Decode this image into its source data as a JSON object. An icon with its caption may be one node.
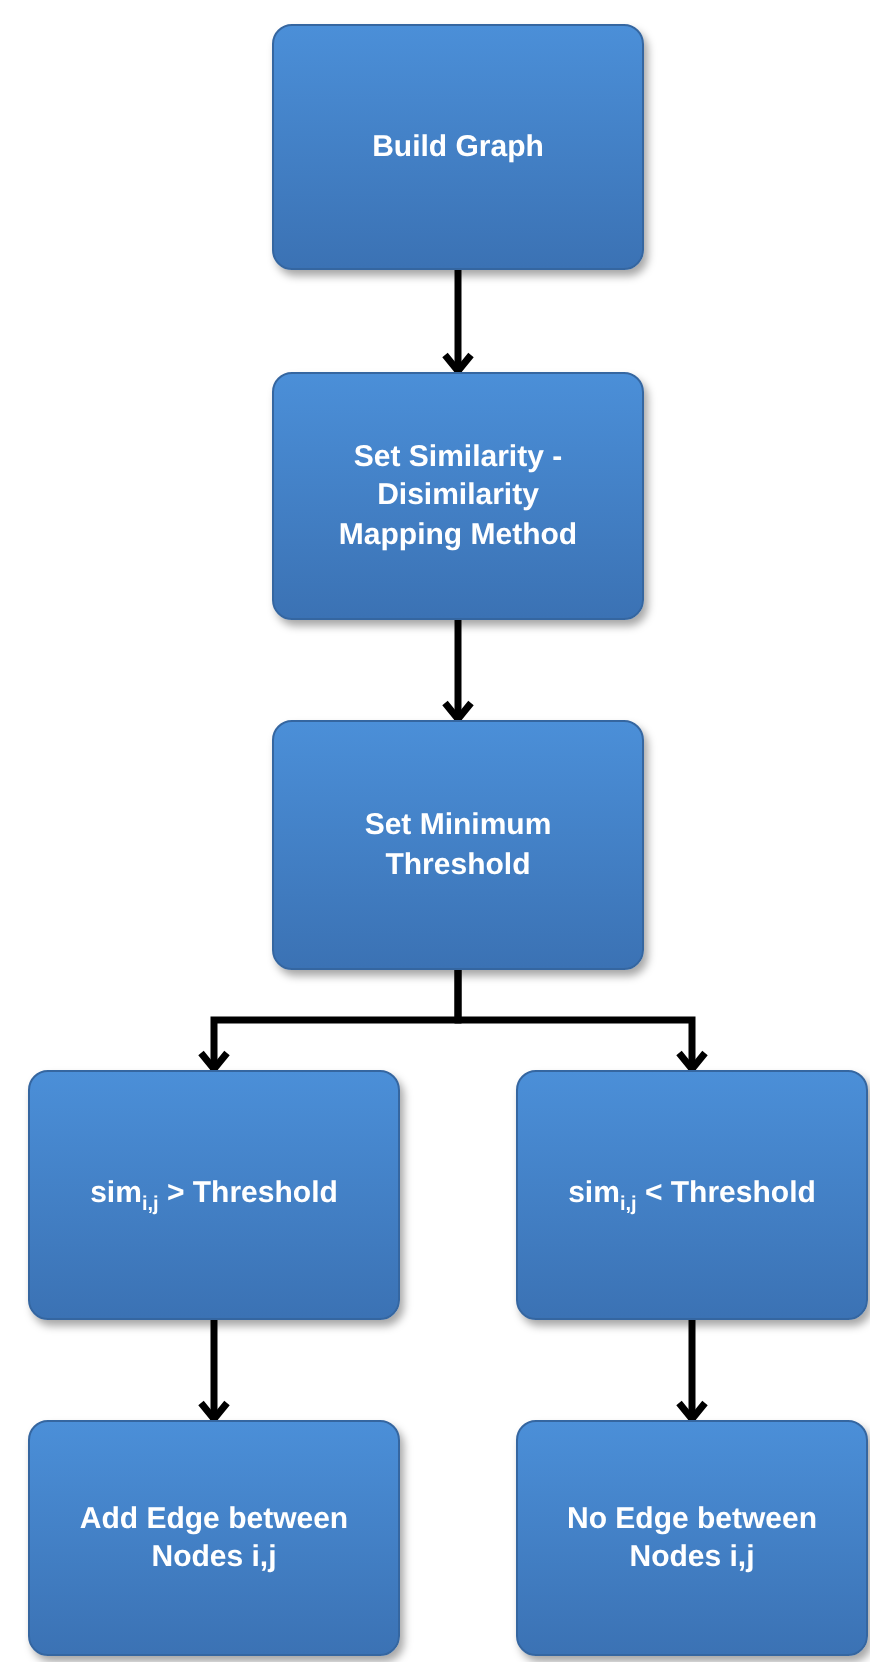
{
  "diagram": {
    "nodes": [
      {
        "text": [
          "Build Graph"
        ]
      },
      {
        "text": [
          "Set Similarity - Disimilarity Mapping Method"
        ]
      },
      {
        "text": [
          "Set Minimum Threshold"
        ]
      },
      {
        "text": [
          "sim$_{i,j}$ > Threshold"
        ]
      },
      {
        "text": [
          "sim$_{i,j}$ < Threshold"
        ]
      },
      {
        "text": [
          "Add Edge between Nodes i,j"
        ]
      },
      {
        "text": [
          "No Edge between Nodes i,j"
        ]
      }
    ],
    "edges": [
      {
        "from": 0,
        "to": 1,
        "arrow": "to"
      },
      {
        "from": 1,
        "to": 2,
        "arrow": "to"
      },
      {
        "from": 2,
        "to": 3,
        "arrow": "to"
      },
      {
        "from": 2,
        "to": 4,
        "arrow": "to"
      },
      {
        "from": 3,
        "to": 5,
        "arrow": "to"
      },
      {
        "from": 4,
        "to": 6,
        "arrow": "to"
      }
    ]
  }
}
